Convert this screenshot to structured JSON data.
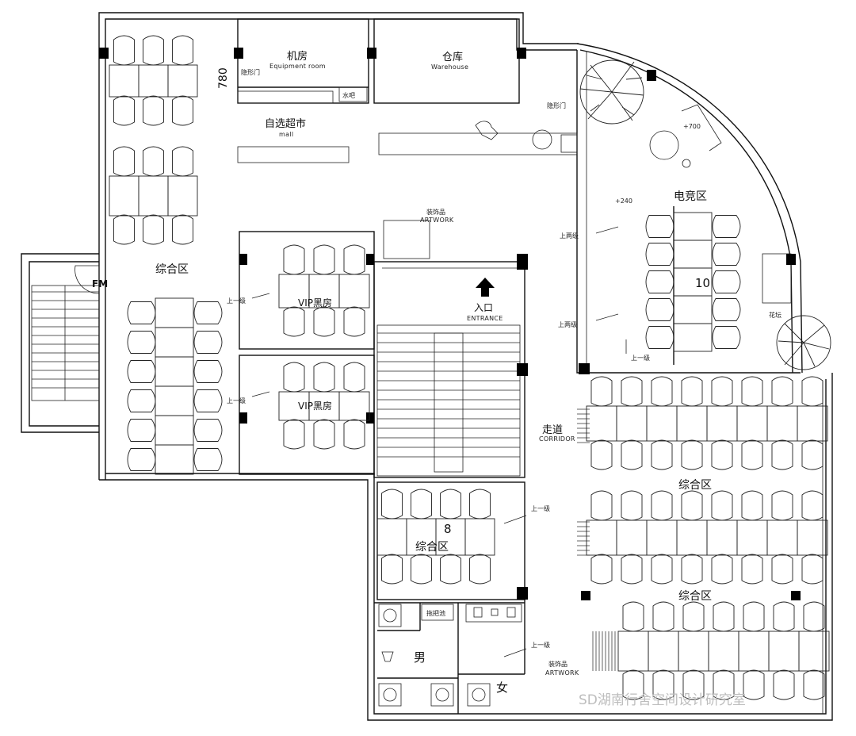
{
  "labels": {
    "equipment_room_cn": "机房",
    "equipment_room_en": "Equipment room",
    "warehouse_cn": "仓库",
    "warehouse_en": "Warehouse",
    "mall_cn": "自选超市",
    "mall_en": "mall",
    "hidden_door_1": "隐形门",
    "hidden_door_2": "隐形门",
    "sink": "水吧",
    "dim_780": "780",
    "plus_700": "+700",
    "plus_240": "+240",
    "artwork_cn_top": "装饰品",
    "artwork_en_top": "ARTWORK",
    "esports_zone": "电竞区",
    "table_10": "10",
    "fm": "FM",
    "general_zone_west": "综合区",
    "vip_room_1": "VIP黑房",
    "vip_room_2": "VIP黑房",
    "up_one_step_1": "上一级",
    "up_one_step_2": "上一级",
    "up_one_step_3": "上一级",
    "up_one_step_4": "上一级",
    "up_one_step_5": "上一级",
    "up_two_steps_1": "上两级",
    "up_two_steps_2": "上两级",
    "entrance_cn": "入口",
    "entrance_en": "ENTRANCE",
    "corridor_cn": "走道",
    "corridor_en": "CORRIDOR",
    "general_zone_east_1": "综合区",
    "general_zone_east_2": "综合区",
    "table_8": "8",
    "general_zone_mid": "综合区",
    "mop_sink": "拖把池",
    "male": "男",
    "female": "女",
    "artwork_cn_bottom": "装饰品",
    "artwork_en_bottom": "ARTWORK",
    "planter": "花坛",
    "watermark": "SD湖南行舍空间设计研究室"
  },
  "colors": {
    "wall": "#111111",
    "column": "#000000",
    "background": "#ffffff"
  }
}
